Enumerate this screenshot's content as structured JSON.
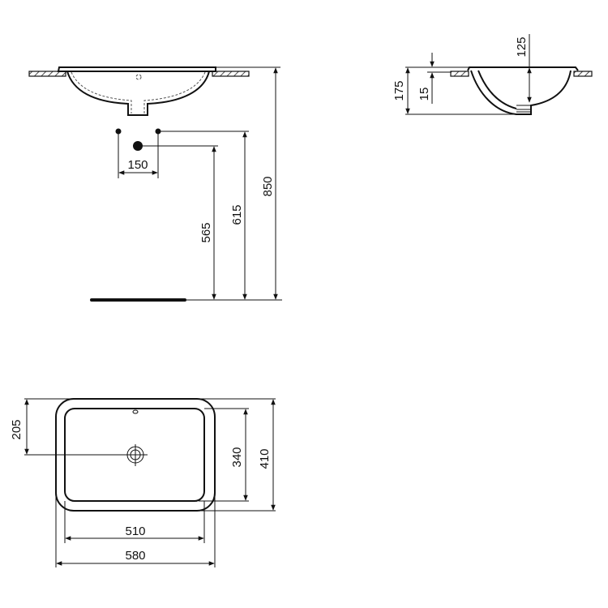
{
  "drawing": {
    "subject": "undercounter washbasin technical drawing",
    "units": "mm",
    "side_view": {
      "dimensions": {
        "tap_spacing": "150",
        "waste_height": "565",
        "supply_height": "615",
        "rim_height": "850"
      }
    },
    "section_view": {
      "dimensions": {
        "bowl_depth": "125",
        "rim_thickness": "15",
        "total_depth": "175"
      }
    },
    "plan_view": {
      "dimensions": {
        "waste_from_front": "205",
        "inner_depth": "340",
        "outer_depth": "410",
        "inner_width": "510",
        "outer_width": "580"
      }
    },
    "colors": {
      "line": "#111111",
      "background": "#ffffff"
    }
  }
}
